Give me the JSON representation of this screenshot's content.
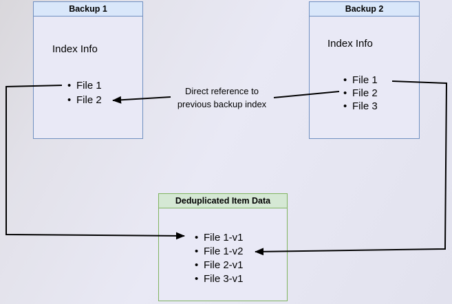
{
  "diagram": {
    "backup1": {
      "title": "Backup 1",
      "subtitle": "Index Info",
      "items": [
        "File 1",
        "File 2"
      ]
    },
    "backup2": {
      "title": "Backup 2",
      "subtitle": "Index Info",
      "items": [
        "File 1",
        "File 2",
        "File 3"
      ]
    },
    "dedup": {
      "title": "Deduplicated Item Data",
      "items": [
        "File 1-v1",
        "File 1-v2",
        "File 2-v1",
        "File 3-v1"
      ]
    },
    "annotation": {
      "line1": "Direct reference to",
      "line2": "previous backup index"
    },
    "colors": {
      "blue_header_fill": "#dae8fc",
      "blue_border": "#6c8ebf",
      "green_header_fill": "#d5e8d4",
      "green_border": "#82b366",
      "node_body_fill": "#e9e9f6",
      "connector": "#000000",
      "text": "#000000"
    }
  }
}
